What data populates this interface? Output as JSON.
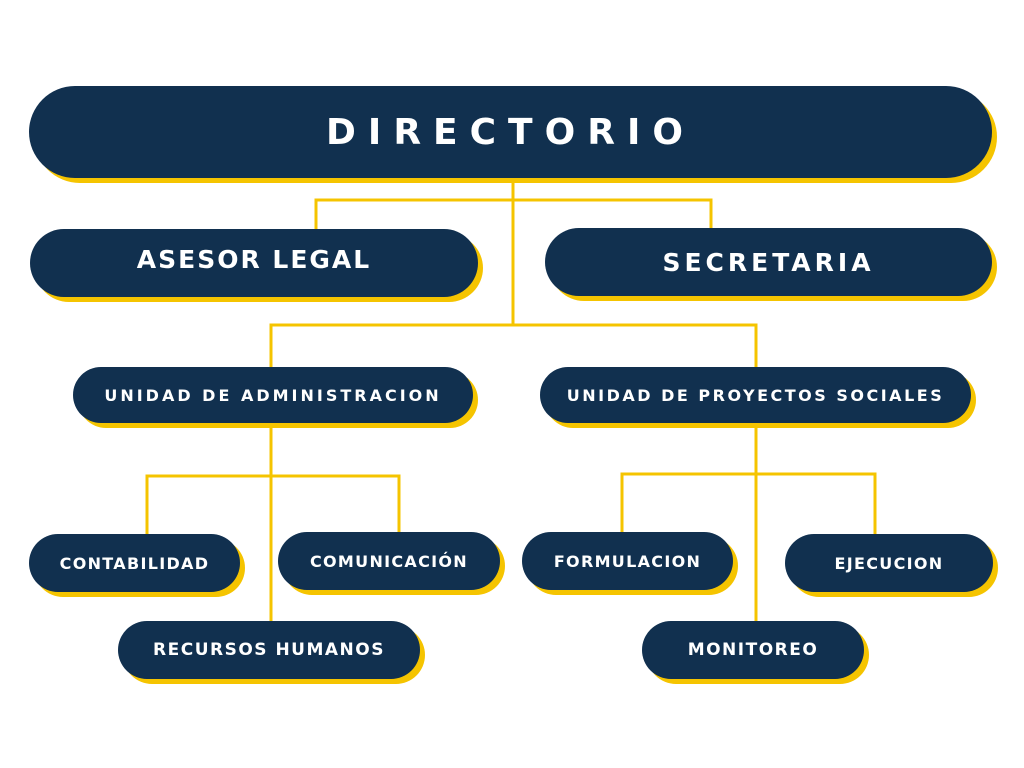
{
  "chart": {
    "top": "DIRECTORIO",
    "level2": {
      "left": "ASESOR LEGAL",
      "right": "SECRETARIA"
    },
    "units": {
      "administracion": {
        "label": "UNIDAD DE ADMINISTRACION",
        "children": [
          "CONTABILIDAD",
          "COMUNICACIÓN",
          "RECURSOS HUMANOS"
        ]
      },
      "proyectos": {
        "label": "UNIDAD DE PROYECTOS SOCIALES",
        "children": [
          "FORMULACION",
          "EJECUCION",
          "MONITOREO"
        ]
      }
    }
  },
  "colors": {
    "box": "#11304f",
    "accent": "#f5c400",
    "text": "#ffffff",
    "background": "#ffffff"
  }
}
